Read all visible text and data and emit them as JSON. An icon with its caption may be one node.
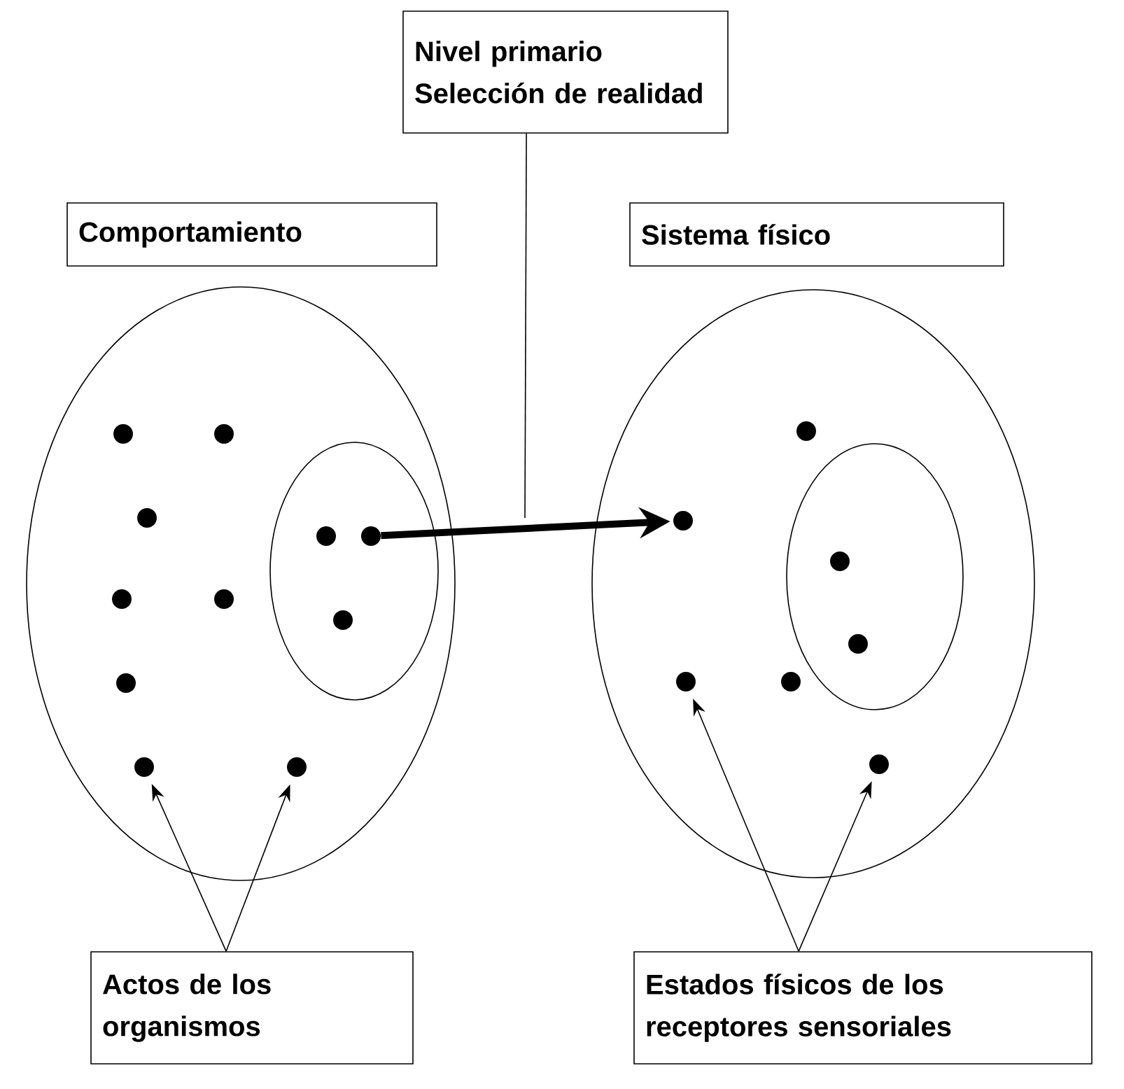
{
  "diagram": {
    "nodes": [
      {
        "text": [
          "Nivel primario Selección de realidad"
        ]
      },
      {
        "text": [
          "Comportamiento"
        ]
      },
      {
        "text": [
          "Sistema físico"
        ]
      },
      {
        "text": [],
        "shape": "ellipse"
      },
      {
        "text": [],
        "shape": "circle",
        "in": 3
      },
      {
        "text": [],
        "shape": "circle",
        "in": 3
      },
      {
        "text": [],
        "shape": "circle",
        "in": 3
      },
      {
        "text": [],
        "shape": "ellipse",
        "in": 3
      },
      {
        "text": [],
        "shape": "circle",
        "in": 7
      },
      {
        "text": [],
        "shape": "circle",
        "in": 7
      },
      {
        "text": [],
        "shape": "circle",
        "in": 7
      },
      {
        "text": [],
        "shape": "circle",
        "in": 3
      },
      {
        "text": [],
        "shape": "circle",
        "in": 3
      },
      {
        "text": [],
        "shape": "circle",
        "in": 3
      },
      {
        "text": [],
        "shape": "circle",
        "in": 3
      },
      {
        "text": [],
        "shape": "circle",
        "in": 3
      },
      {
        "text": [],
        "shape": "ellipse"
      },
      {
        "text": [],
        "shape": "circle",
        "in": 16
      },
      {
        "text": [],
        "shape": "circle",
        "in": 16
      },
      {
        "text": [],
        "shape": "ellipse",
        "in": 16
      },
      {
        "text": [],
        "shape": "circle",
        "in": 19
      },
      {
        "text": [],
        "shape": "circle",
        "in": 19
      },
      {
        "text": [],
        "shape": "circle",
        "in": 16
      },
      {
        "text": [],
        "shape": "circle",
        "in": 16
      },
      {
        "text": [],
        "shape": "circle",
        "in": 16
      },
      {
        "text": [
          "Actos de los organismos"
        ]
      },
      {
        "text": [
          "Estados físicos de los receptores sensoriales"
        ]
      }
    ],
    "edges": [
      {
        "from": 9,
        "to": 18,
        "arrow": "to",
        "style": "thick"
      },
      {
        "from": 0,
        "to": null,
        "arrow": "none"
      },
      {
        "from": 25,
        "to": 14,
        "arrow": "to"
      },
      {
        "from": 25,
        "to": 15,
        "arrow": "to"
      },
      {
        "from": 26,
        "to": 22,
        "arrow": "to"
      },
      {
        "from": 26,
        "to": 24,
        "arrow": "to"
      }
    ]
  }
}
